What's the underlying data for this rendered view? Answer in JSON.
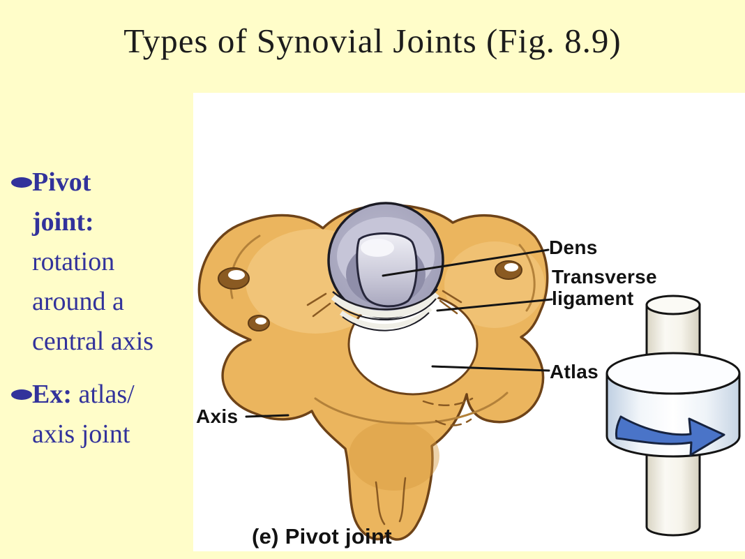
{
  "slide": {
    "title": "Types of Synovial Joints (Fig. 8.9)",
    "bullets": {
      "first": {
        "l1": "Pivot",
        "l2": "joint:",
        "l3": "rotation",
        "l4": "around a",
        "l5": "central axis"
      },
      "second": {
        "l1_bold": "Ex:",
        "l1_rest": " atlas/",
        "l2": "axis joint"
      }
    }
  },
  "figure": {
    "label_dens": "Dens",
    "label_transverse_l1": "Transverse",
    "label_transverse_l2": "ligament",
    "label_atlas": "Atlas",
    "label_axis": "Axis",
    "caption": "(e) Pivot joint"
  },
  "colors": {
    "background": "#FFFDC9",
    "panel": "#FFFFFF",
    "title_text": "#1C1C1C",
    "bullet_text": "#32329B",
    "label_text": "#121212",
    "bone_fill": "#EBB55E",
    "bone_outline": "#6E4318",
    "dens_gray": "#A5A4BD",
    "arrow_blue": "#4A74C8"
  }
}
